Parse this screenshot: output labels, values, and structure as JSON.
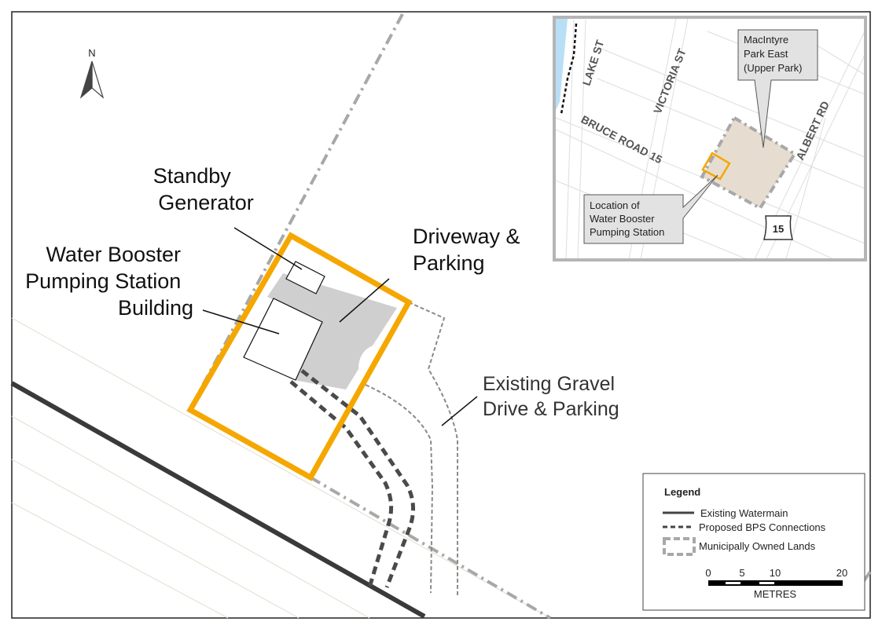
{
  "north_arrow": {
    "label": "N"
  },
  "labels": {
    "standby_generator": [
      "Standby",
      "Generator"
    ],
    "building": [
      "Water Booster",
      "Pumping Station",
      "Building"
    ],
    "driveway": [
      "Driveway &",
      "Parking"
    ],
    "gravel": [
      "Existing Gravel",
      "Drive & Parking"
    ]
  },
  "inset": {
    "streets": [
      "LAKE ST",
      "VICTORIA ST",
      "BRUCE ROAD 15",
      "ALBERT RD"
    ],
    "park_callout": [
      "MacIntyre",
      "Park East",
      "(Upper Park)"
    ],
    "location_callout": [
      "Location of",
      "Water Booster",
      "Pumping Station"
    ],
    "route_shield": "15"
  },
  "legend": {
    "title": "Legend",
    "items": [
      "Existing Watermain",
      "Proposed BPS Connections",
      "Municipally Owned Lands"
    ],
    "scale_ticks": [
      "0",
      "5",
      "10",
      "20"
    ],
    "scale_unit": "METRES"
  },
  "colors": {
    "site_boundary": "#f5a700",
    "watermain": "#3a3a3a",
    "municipal_lands": "#a8a8a8",
    "park_fill": "#e6ddd0"
  }
}
